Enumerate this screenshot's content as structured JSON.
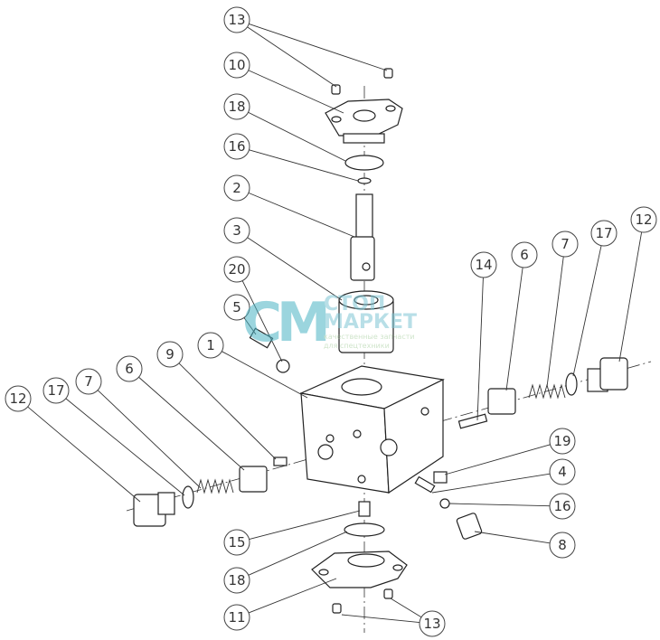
{
  "title": "Exploded view of valve block assembly",
  "watermark": {
    "logo": "CM",
    "line1": "СТОП",
    "line2": "МАРКЕТ",
    "tagline1": "качественные запчасти",
    "tagline2": "для спецтехники"
  },
  "callouts": [
    {
      "label": "13"
    },
    {
      "label": "10"
    },
    {
      "label": "18"
    },
    {
      "label": "16"
    },
    {
      "label": "2"
    },
    {
      "label": "3"
    },
    {
      "label": "20"
    },
    {
      "label": "5"
    },
    {
      "label": "1"
    },
    {
      "label": "9"
    },
    {
      "label": "6"
    },
    {
      "label": "7"
    },
    {
      "label": "17"
    },
    {
      "label": "12"
    },
    {
      "label": "14"
    },
    {
      "label": "6"
    },
    {
      "label": "7"
    },
    {
      "label": "17"
    },
    {
      "label": "12"
    },
    {
      "label": "19"
    },
    {
      "label": "4"
    },
    {
      "label": "16"
    },
    {
      "label": "8"
    },
    {
      "label": "15"
    },
    {
      "label": "18"
    },
    {
      "label": "11"
    },
    {
      "label": "13"
    }
  ]
}
